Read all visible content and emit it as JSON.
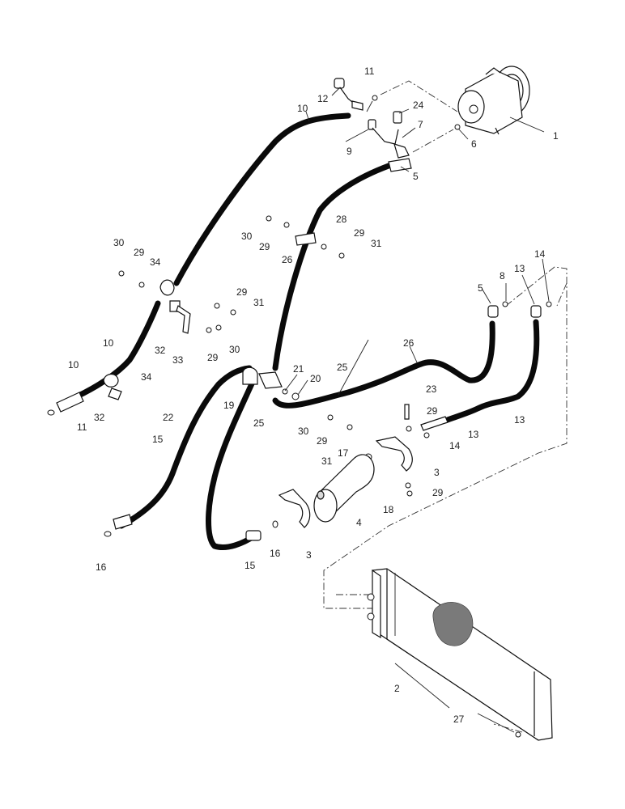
{
  "callouts": [
    {
      "id": "c1",
      "text": "1"
    },
    {
      "id": "c2",
      "text": "2"
    },
    {
      "id": "c3a",
      "text": "3"
    },
    {
      "id": "c3b",
      "text": "3"
    },
    {
      "id": "c4",
      "text": "4"
    },
    {
      "id": "c5a",
      "text": "5"
    },
    {
      "id": "c5b",
      "text": "5"
    },
    {
      "id": "c6",
      "text": "6"
    },
    {
      "id": "c7",
      "text": "7"
    },
    {
      "id": "c8",
      "text": "8"
    },
    {
      "id": "c9",
      "text": "9"
    },
    {
      "id": "c10a",
      "text": "10"
    },
    {
      "id": "c10b",
      "text": "10"
    },
    {
      "id": "c10c",
      "text": "10"
    },
    {
      "id": "c11a",
      "text": "11"
    },
    {
      "id": "c11b",
      "text": "11"
    },
    {
      "id": "c12",
      "text": "12"
    },
    {
      "id": "c13a",
      "text": "13"
    },
    {
      "id": "c13b",
      "text": "13"
    },
    {
      "id": "c13c",
      "text": "13"
    },
    {
      "id": "c14a",
      "text": "14"
    },
    {
      "id": "c14b",
      "text": "14"
    },
    {
      "id": "c15a",
      "text": "15"
    },
    {
      "id": "c15b",
      "text": "15"
    },
    {
      "id": "c16a",
      "text": "16"
    },
    {
      "id": "c16b",
      "text": "16"
    },
    {
      "id": "c17",
      "text": "17"
    },
    {
      "id": "c18",
      "text": "18"
    },
    {
      "id": "c19",
      "text": "19"
    },
    {
      "id": "c20",
      "text": "20"
    },
    {
      "id": "c21",
      "text": "21"
    },
    {
      "id": "c22",
      "text": "22"
    },
    {
      "id": "c23",
      "text": "23"
    },
    {
      "id": "c24",
      "text": "24"
    },
    {
      "id": "c25a",
      "text": "25"
    },
    {
      "id": "c25b",
      "text": "25"
    },
    {
      "id": "c26a",
      "text": "26"
    },
    {
      "id": "c26b",
      "text": "26"
    },
    {
      "id": "c27",
      "text": "27"
    },
    {
      "id": "c28",
      "text": "28"
    },
    {
      "id": "c29a",
      "text": "29"
    },
    {
      "id": "c29b",
      "text": "29"
    },
    {
      "id": "c29c",
      "text": "29"
    },
    {
      "id": "c29d",
      "text": "29"
    },
    {
      "id": "c29e",
      "text": "29"
    },
    {
      "id": "c29f",
      "text": "29"
    },
    {
      "id": "c29g",
      "text": "29"
    },
    {
      "id": "c29h",
      "text": "29"
    },
    {
      "id": "c30a",
      "text": "30"
    },
    {
      "id": "c30b",
      "text": "30"
    },
    {
      "id": "c30c",
      "text": "30"
    },
    {
      "id": "c30d",
      "text": "30"
    },
    {
      "id": "c31a",
      "text": "31"
    },
    {
      "id": "c31b",
      "text": "31"
    },
    {
      "id": "c31c",
      "text": "31"
    },
    {
      "id": "c32a",
      "text": "32"
    },
    {
      "id": "c32b",
      "text": "32"
    },
    {
      "id": "c33",
      "text": "33"
    },
    {
      "id": "c34a",
      "text": "34"
    },
    {
      "id": "c34b",
      "text": "34"
    }
  ]
}
